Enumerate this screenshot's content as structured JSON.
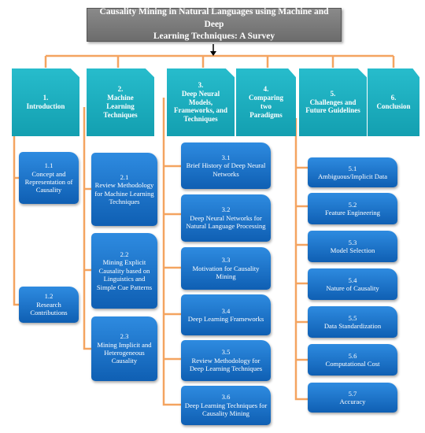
{
  "title": {
    "line1": "Causality Mining in Natural Languages using Machine and Deep",
    "line2": "Learning Techniques: A Survey"
  },
  "sections": [
    {
      "num": "1.",
      "label": "Introduction"
    },
    {
      "num": "2.",
      "label": "Machine Learning Techniques"
    },
    {
      "num": "3.",
      "label": "Deep Neural Models, Frameworks, and Techniques"
    },
    {
      "num": "4.",
      "label": "Comparing two Paradigms"
    },
    {
      "num": "5.",
      "label": "Challenges and Future Guidelines"
    },
    {
      "num": "6.",
      "label": "Conclusion"
    }
  ],
  "sec1": [
    {
      "num": "1.1",
      "label": "Concept and Representation of Causality"
    },
    {
      "num": "1.2",
      "label": "Research Contributions"
    }
  ],
  "sec2": [
    {
      "num": "2.1",
      "label": "Review Methodology for Machine Learning Techniques"
    },
    {
      "num": "2.2",
      "label": "Mining Explicit Causality based on Linguistics and Simple Cue Patterns"
    },
    {
      "num": "2.3",
      "label": "Mining Implicit and Heterogeneous Causality"
    }
  ],
  "sec3": [
    {
      "num": "3.1",
      "label": "Brief History of Deep Neural Networks"
    },
    {
      "num": "3.2",
      "label": "Deep Neural Networks for Natural Language Processing"
    },
    {
      "num": "3.3",
      "label": "Motivation for Causality Mining"
    },
    {
      "num": "3.4",
      "label": "Deep Learning Frameworks"
    },
    {
      "num": "3.5",
      "label": "Review Methodology for Deep Learning Techniques"
    },
    {
      "num": "3.6",
      "label": "Deep Learning Techniques for Causality Mining"
    }
  ],
  "sec5": [
    {
      "num": "5.1",
      "label": "Ambiguous/Implicit Data"
    },
    {
      "num": "5.2",
      "label": "Feature Engineering"
    },
    {
      "num": "5.3",
      "label": "Model Selection"
    },
    {
      "num": "5.4",
      "label": "Nature of Causality"
    },
    {
      "num": "5.5",
      "label": "Data Standardization"
    },
    {
      "num": "5.6",
      "label": "Computational Cost"
    },
    {
      "num": "5.7",
      "label": "Accuracy"
    }
  ],
  "colors": {
    "connector": "#f4a460",
    "title_bg": "#7a7a7a",
    "section_bg": "#1fb0c0",
    "subsection_bg": "#1a6fc4",
    "arrow": "#000000"
  }
}
